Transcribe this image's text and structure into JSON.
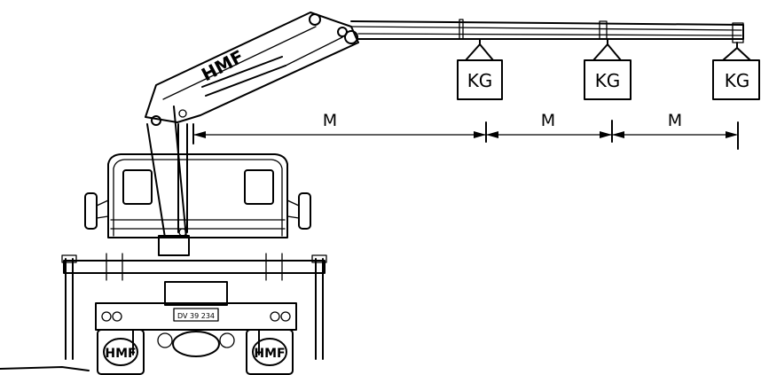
{
  "diagram": {
    "boom_brand": "HMF",
    "plate_brand_left": "HMF",
    "plate_brand_right": "HMF",
    "license_plate": "DV 39 234",
    "loads": [
      {
        "label": "KG"
      },
      {
        "label": "KG"
      },
      {
        "label": "KG"
      }
    ],
    "dimensions": [
      {
        "label": "M"
      },
      {
        "label": "M"
      },
      {
        "label": "M"
      }
    ]
  },
  "colors": {
    "line": "#000000",
    "background": "#ffffff"
  }
}
